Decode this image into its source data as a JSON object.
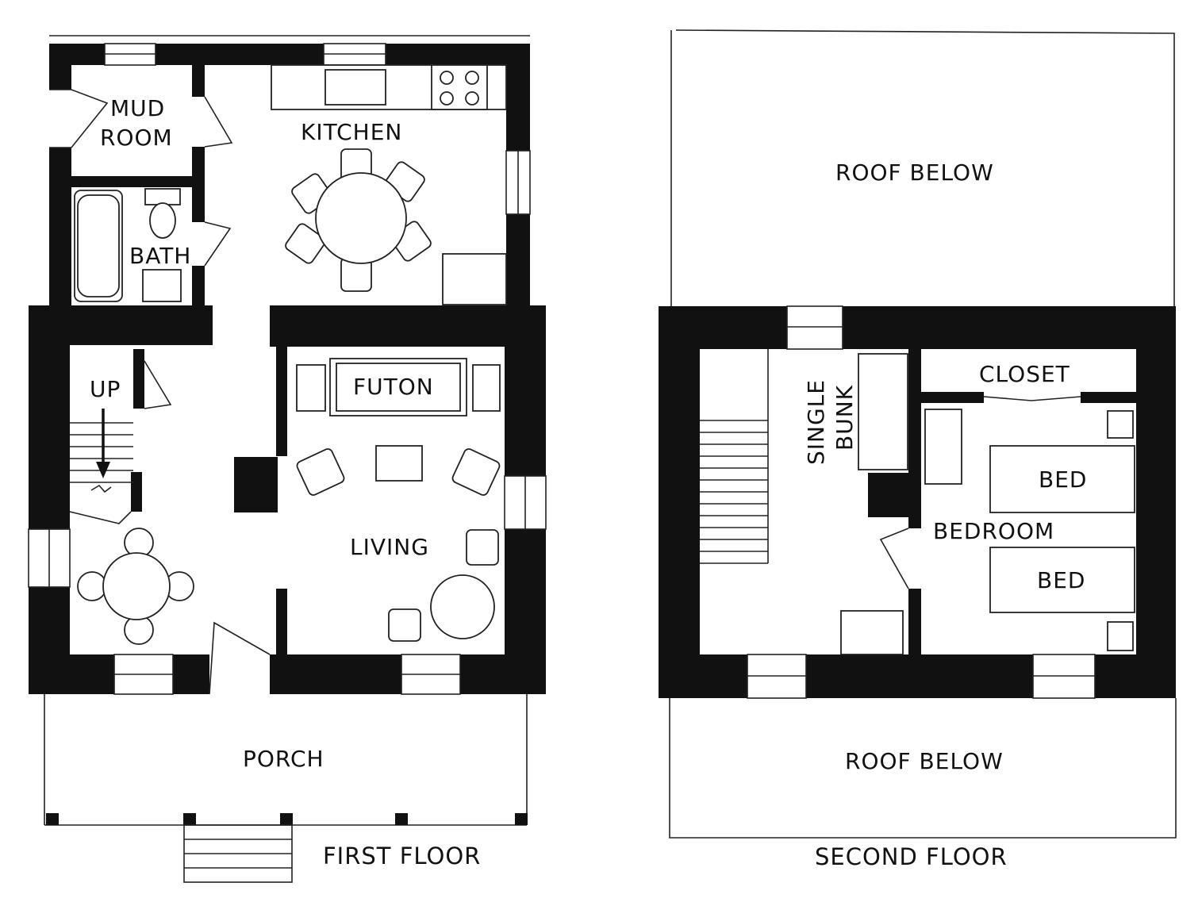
{
  "first_floor": {
    "title": "FIRST FLOOR",
    "rooms": {
      "mud_room_line1": "MUD",
      "mud_room_line2": "ROOM",
      "kitchen": "KITCHEN",
      "bath": "BATH",
      "up": "UP",
      "futon": "FUTON",
      "living": "LIVING",
      "porch": "PORCH"
    }
  },
  "second_floor": {
    "title": "SECOND FLOOR",
    "rooms": {
      "roof_below_top": "ROOF BELOW",
      "roof_below_bottom": "ROOF BELOW",
      "single_bunk_line1": "SINGLE",
      "single_bunk_line2": "BUNK",
      "closet": "CLOSET",
      "bedroom": "BEDROOM",
      "bed_1": "BED",
      "bed_2": "BED"
    }
  },
  "colors": {
    "ink": "#111111",
    "paper": "#ffffff"
  }
}
